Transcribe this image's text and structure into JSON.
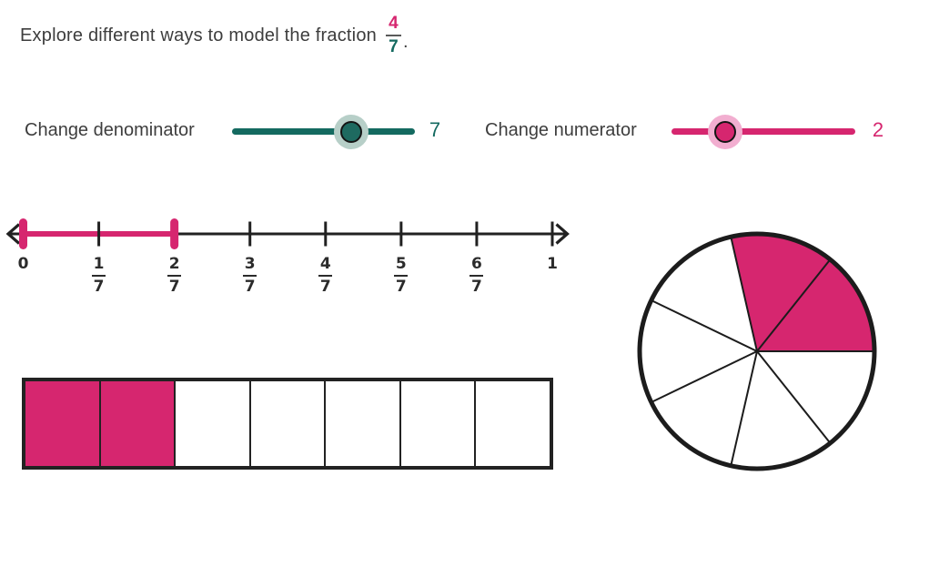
{
  "title": {
    "prefix": "Explore different ways to model the fraction",
    "fraction_numerator": "4",
    "fraction_denominator": "7",
    "suffix": "."
  },
  "sliders": {
    "denominator": {
      "label": "Change denominator",
      "value": "7",
      "thumb_percent": 65,
      "color": "#146a60",
      "halo_color": "#b7cfc8"
    },
    "numerator": {
      "label": "Change numerator",
      "value": "2",
      "thumb_percent": 29,
      "color": "#d6266f",
      "halo_color": "#f2aed0"
    }
  },
  "models": {
    "numerator_shaded": 2,
    "denominator_parts": 7,
    "number_line": {
      "tick_labels": [
        "0",
        "1/7",
        "2/7",
        "3/7",
        "4/7",
        "5/7",
        "6/7",
        "1"
      ],
      "highlight_from": "0",
      "highlight_to": "2/7"
    },
    "bar": {
      "total_cells": 7,
      "shaded_cells": 2
    },
    "pie": {
      "total_slices": 7,
      "shaded_slices": 2
    }
  },
  "colors": {
    "pink": "#d6266f",
    "teal": "#146a60",
    "ink": "#212121",
    "text": "#3d3d3d"
  }
}
